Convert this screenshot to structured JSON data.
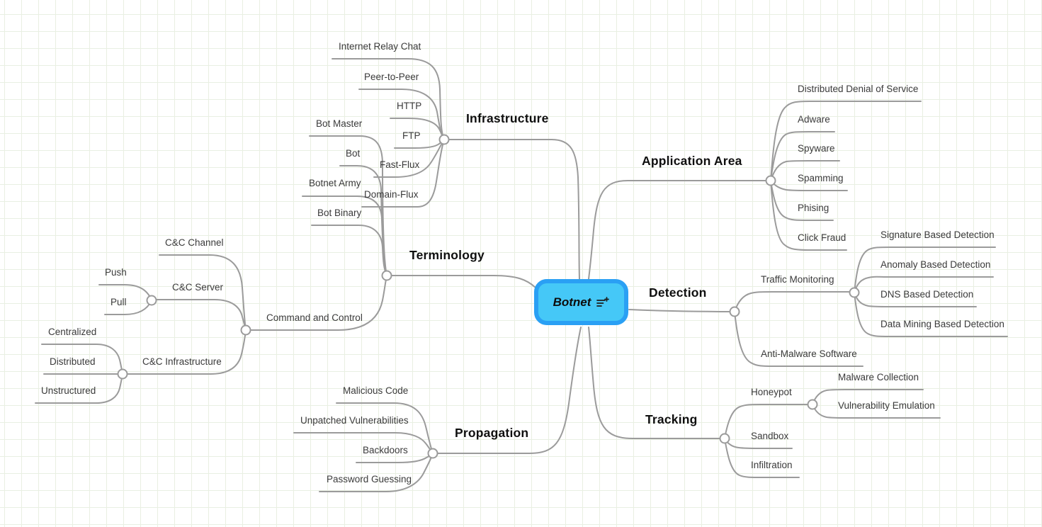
{
  "map": {
    "root": {
      "label": "Botnet",
      "badge_icon": "list-plus-icon",
      "fill_color": "#45c8f7",
      "border_color": "#2aa0f4"
    },
    "branches": [
      {
        "label": "Infrastructure",
        "children": [
          {
            "label": "Internet Relay Chat"
          },
          {
            "label": "Peer-to-Peer"
          },
          {
            "label": "HTTP"
          },
          {
            "label": "FTP"
          },
          {
            "label": "Fast-Flux"
          },
          {
            "label": "Domain-Flux"
          }
        ]
      },
      {
        "label": "Terminology",
        "children": [
          {
            "label": "Bot Master"
          },
          {
            "label": "Bot"
          },
          {
            "label": "Botnet Army"
          },
          {
            "label": "Bot Binary"
          },
          {
            "label": "Command and Control",
            "children": [
              {
                "label": "C&C Channel"
              },
              {
                "label": "C&C Server",
                "children": [
                  {
                    "label": "Push"
                  },
                  {
                    "label": "Pull"
                  }
                ]
              },
              {
                "label": "C&C Infrastructure",
                "children": [
                  {
                    "label": "Centralized"
                  },
                  {
                    "label": "Distributed"
                  },
                  {
                    "label": "Unstructured"
                  }
                ]
              }
            ]
          }
        ]
      },
      {
        "label": "Propagation",
        "children": [
          {
            "label": "Malicious Code"
          },
          {
            "label": "Unpatched Vulnerabilities"
          },
          {
            "label": "Backdoors"
          },
          {
            "label": "Password Guessing"
          }
        ]
      },
      {
        "label": "Application Area",
        "children": [
          {
            "label": "Distributed Denial of Service"
          },
          {
            "label": "Adware"
          },
          {
            "label": "Spyware"
          },
          {
            "label": "Spamming"
          },
          {
            "label": "Phising"
          },
          {
            "label": "Click Fraud"
          }
        ]
      },
      {
        "label": "Detection",
        "children": [
          {
            "label": "Traffic Monitoring",
            "children": [
              {
                "label": "Signature Based Detection"
              },
              {
                "label": "Anomaly Based Detection"
              },
              {
                "label": "DNS Based Detection"
              },
              {
                "label": "Data Mining Based Detection"
              }
            ]
          },
          {
            "label": "Anti-Malware Software"
          }
        ]
      },
      {
        "label": "Tracking",
        "children": [
          {
            "label": "Honeypot",
            "children": [
              {
                "label": "Malware Collection"
              },
              {
                "label": "Vulnerability Emulation"
              }
            ]
          },
          {
            "label": "Sandbox"
          },
          {
            "label": "Infiltration"
          }
        ]
      }
    ]
  },
  "colors": {
    "edge": "#9b9b9b",
    "label_text": "#3a3a3a",
    "title_text": "#0f0f0f",
    "grid_line": "#e9efe2",
    "background": "#ffffff",
    "root_fill": "#45c8f7",
    "root_border": "#2aa0f4"
  }
}
